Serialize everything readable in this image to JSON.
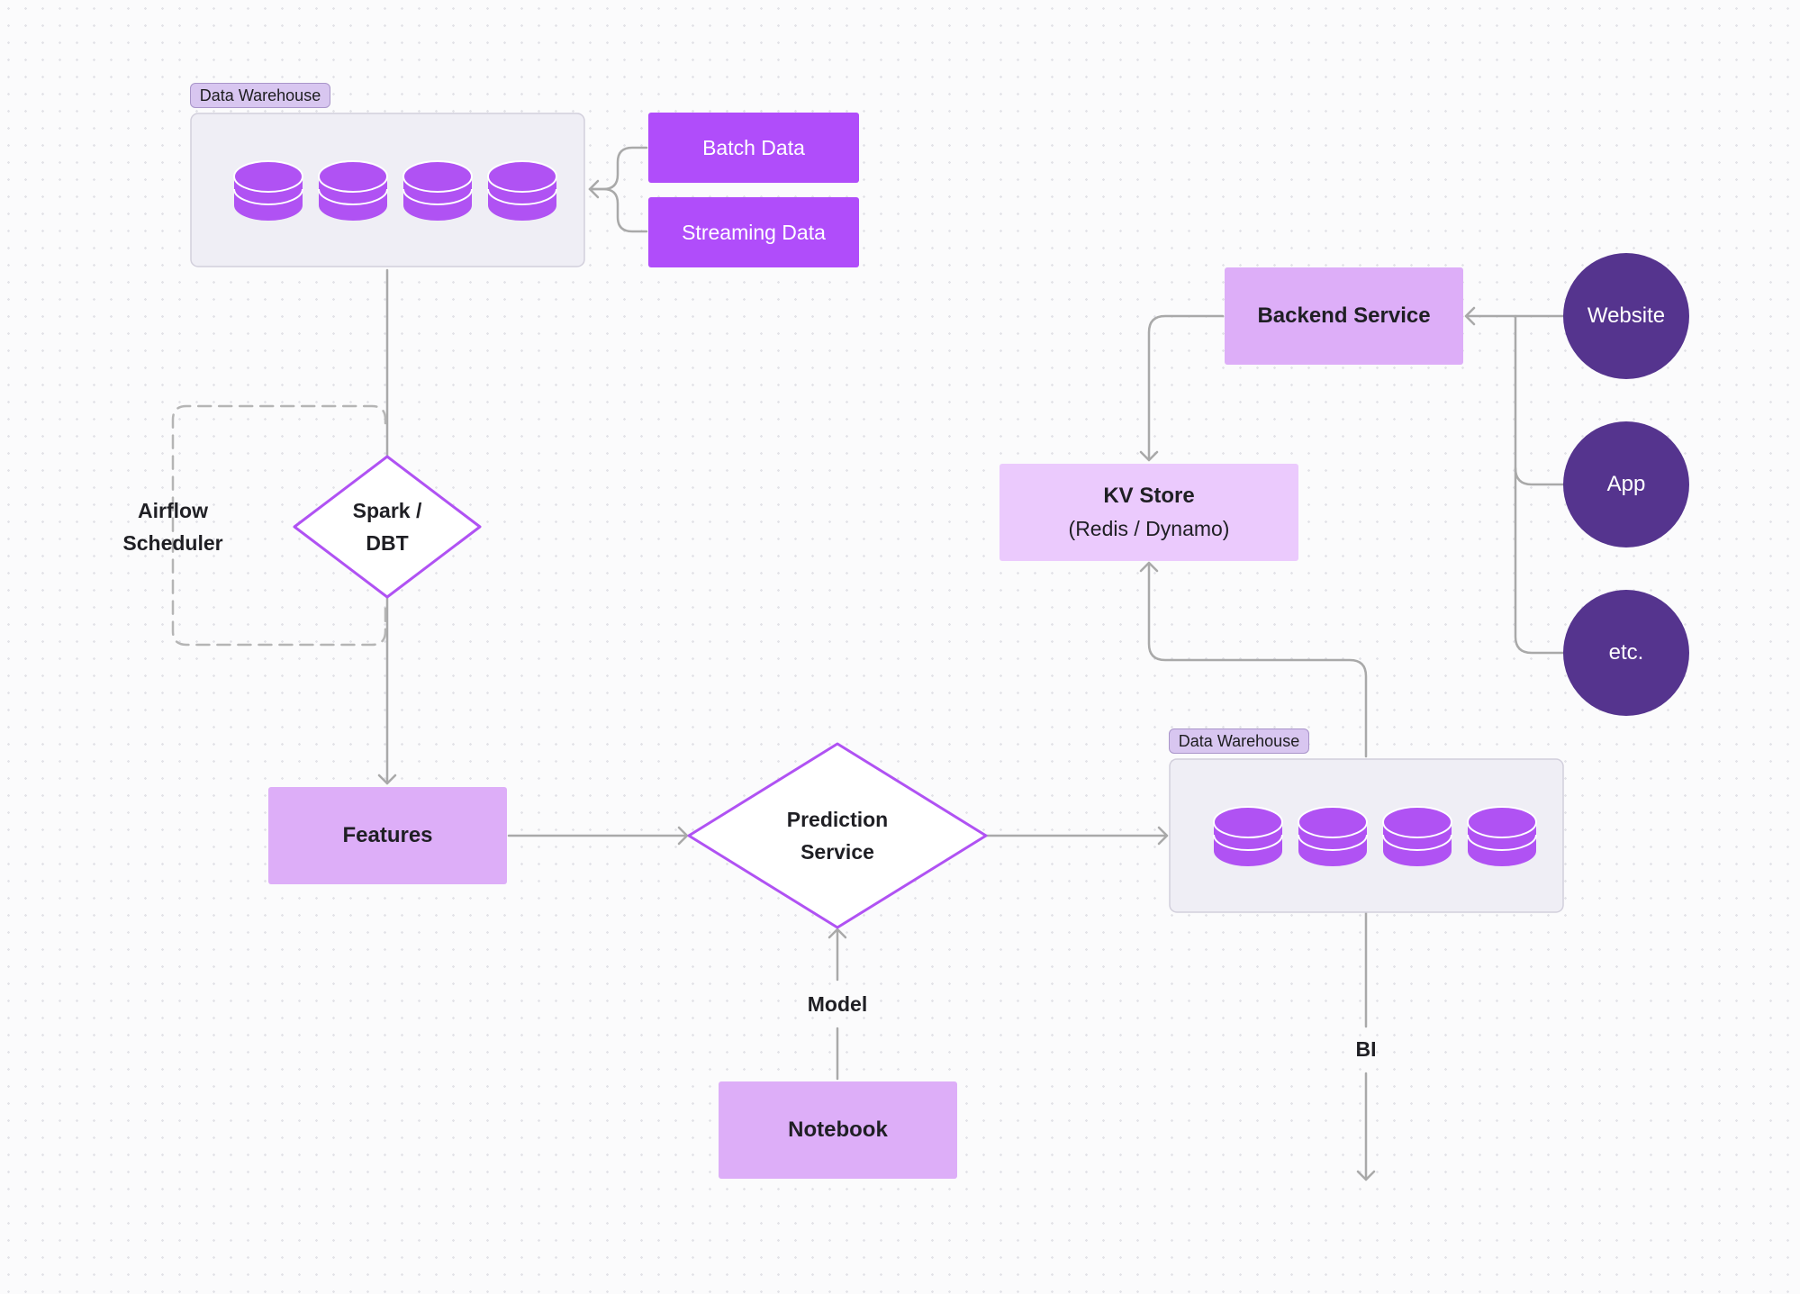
{
  "colors": {
    "warehouse_fill": "#efeef5",
    "warehouse_border": "#d2cfdc",
    "tag_fill": "#d8c6f0",
    "cylinder": "#b052f3",
    "source_box": "#b04dfa",
    "light_box": "#ddaef8",
    "kv_box": "#ebcafd",
    "diamond_stroke": "#b052f3",
    "circle": "#55348e",
    "connector": "#a9a9a9"
  },
  "warehouse_top": {
    "tag": "Data Warehouse",
    "icon": "database-cylinder-icon"
  },
  "sources": {
    "batch": "Batch Data",
    "streaming": "Streaming Data"
  },
  "scheduler": {
    "line1": "Airflow",
    "line2": "Scheduler"
  },
  "transform": {
    "line1": "Spark /",
    "line2": "DBT"
  },
  "features": "Features",
  "prediction": {
    "line1": "Prediction",
    "line2": "Service"
  },
  "model_label": "Model",
  "notebook": "Notebook",
  "warehouse_bottom": {
    "tag": "Data Warehouse",
    "icon": "database-cylinder-icon"
  },
  "bi_label": "BI",
  "kv_store": {
    "line1": "KV Store",
    "line2": "(Redis / Dynamo)"
  },
  "backend": "Backend Service",
  "clients": [
    "Website",
    "App",
    "etc."
  ]
}
